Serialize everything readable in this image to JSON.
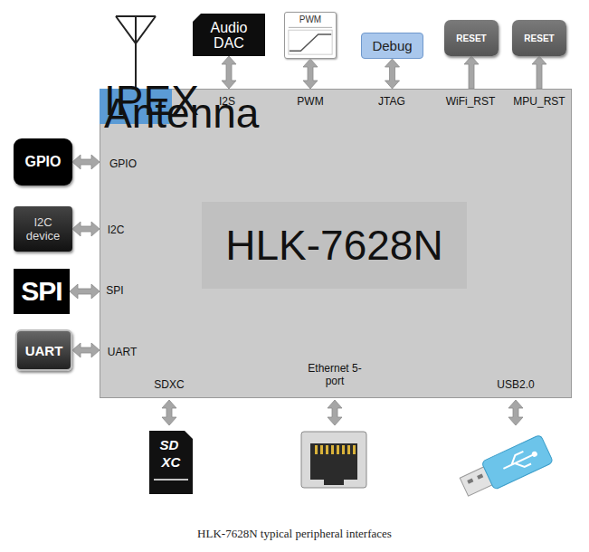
{
  "diagram": {
    "caption": "HLK-7628N typical peripheral interfaces",
    "nodes": [
      {
        "text": [
          "Audio DAC"
        ]
      },
      {
        "text": [
          "PWM"
        ]
      },
      {
        "text": [
          "Debug"
        ]
      },
      {
        "text": [
          "RESET"
        ]
      },
      {
        "text": [
          "RESET"
        ]
      },
      {
        "text": [
          "HLK-7628N"
        ]
      },
      {
        "text": [
          "IPEX Antenna"
        ],
        "in": 5
      },
      {
        "text": [
          "GPIO"
        ]
      },
      {
        "text": [
          "I2C device"
        ]
      },
      {
        "text": [
          "SPI"
        ]
      },
      {
        "text": [
          "UART"
        ]
      }
    ],
    "edges": [
      {
        "from": 0,
        "to": 5,
        "arrow": "both"
      },
      {
        "from": 1,
        "to": 5,
        "arrow": "both"
      },
      {
        "from": 2,
        "to": 5,
        "arrow": "both"
      },
      {
        "from": 5,
        "to": 3,
        "arrow": "to"
      },
      {
        "from": 5,
        "to": 4,
        "arrow": "to"
      },
      {
        "from": 7,
        "to": 5,
        "arrow": "both"
      },
      {
        "from": 8,
        "to": 5,
        "arrow": "both"
      },
      {
        "from": 9,
        "to": 5,
        "arrow": "both"
      },
      {
        "from": 10,
        "to": 5,
        "arrow": "both"
      }
    ],
    "labels": [
      "I2S",
      "PWM",
      "JTAG",
      "WiFi_RST",
      "MPU_RST",
      "GPIO",
      "I2C",
      "SPI",
      "UART",
      "SDXC",
      "Ethernet 5-port",
      "USB2.0",
      "SD",
      "XC"
    ]
  }
}
